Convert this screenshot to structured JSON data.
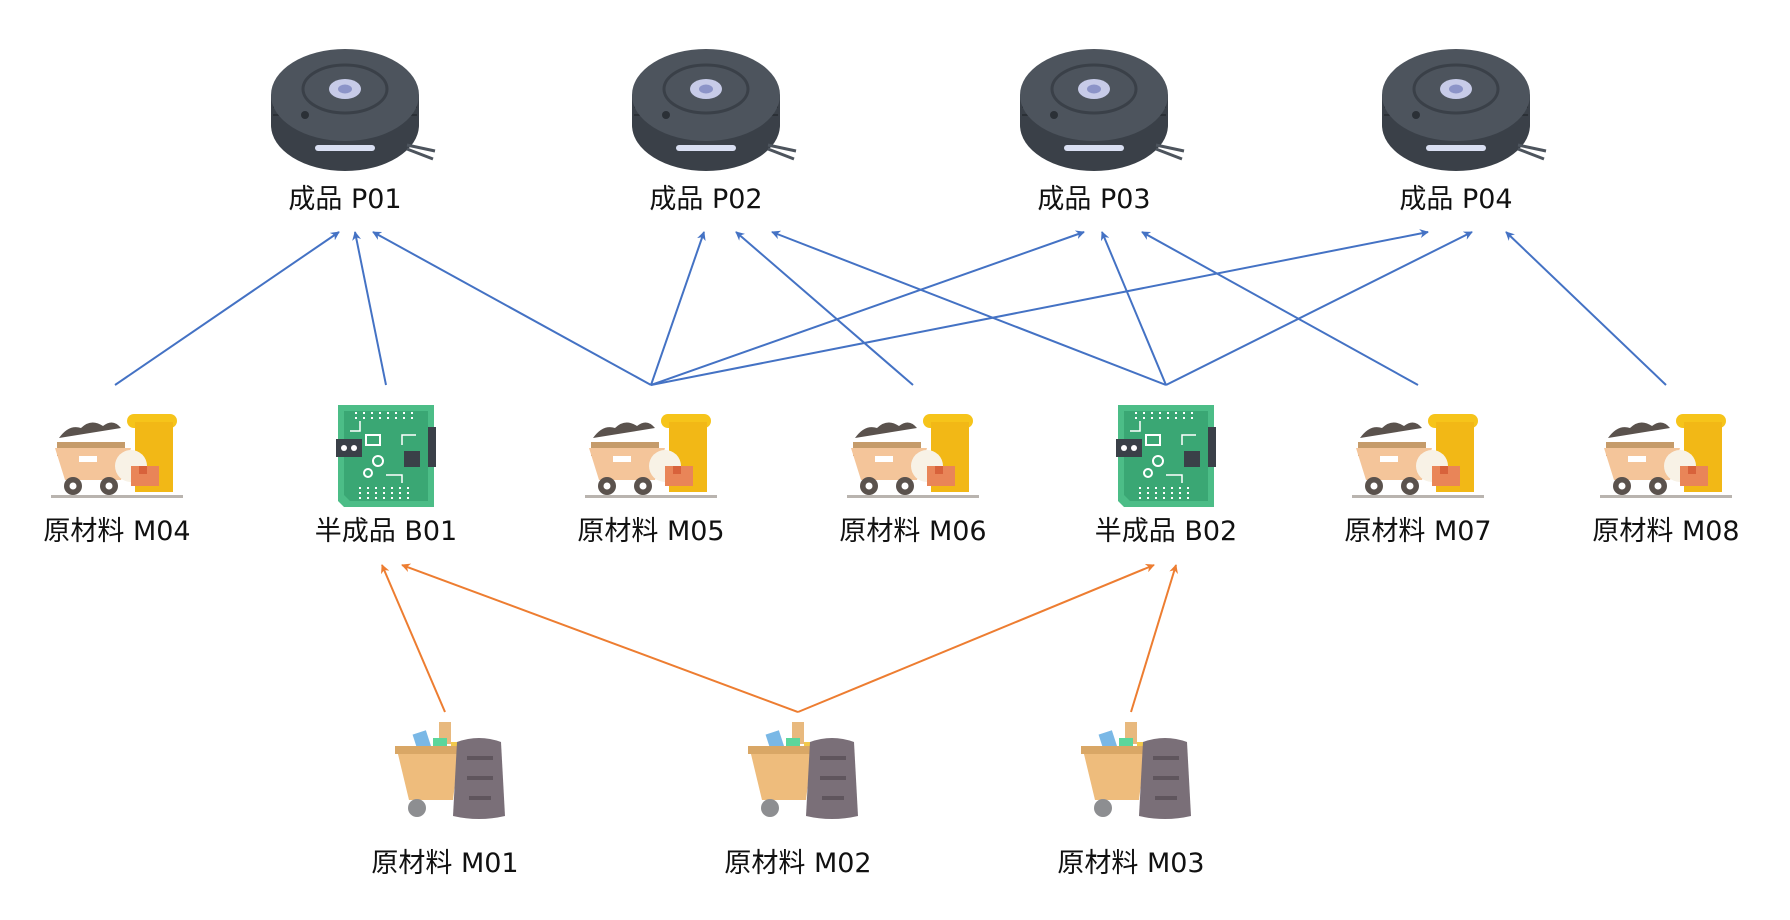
{
  "colors": {
    "product_edge": "#4472C4",
    "material_edge": "#ED7D31",
    "label": "#111111"
  },
  "products": [
    {
      "id": "P01",
      "label": "成品 P01",
      "icon": "robot-vacuum-icon"
    },
    {
      "id": "P02",
      "label": "成品 P02",
      "icon": "robot-vacuum-icon"
    },
    {
      "id": "P03",
      "label": "成品 P03",
      "icon": "robot-vacuum-icon"
    },
    {
      "id": "P04",
      "label": "成品 P04",
      "icon": "robot-vacuum-icon"
    }
  ],
  "middle": [
    {
      "id": "M04",
      "label": "原材料 M04",
      "icon": "mine-cart-icon"
    },
    {
      "id": "B01",
      "label": "半成品 B01",
      "icon": "circuit-board-icon"
    },
    {
      "id": "M05",
      "label": "原材料 M05",
      "icon": "mine-cart-icon"
    },
    {
      "id": "M06",
      "label": "原材料 M06",
      "icon": "mine-cart-icon"
    },
    {
      "id": "B02",
      "label": "半成品 B02",
      "icon": "circuit-board-icon"
    },
    {
      "id": "M07",
      "label": "原材料 M07",
      "icon": "mine-cart-icon"
    },
    {
      "id": "M08",
      "label": "原材料 M08",
      "icon": "mine-cart-icon"
    }
  ],
  "raw": [
    {
      "id": "M01",
      "label": "原材料 M01",
      "icon": "material-cart-icon"
    },
    {
      "id": "M02",
      "label": "原材料 M02",
      "icon": "material-cart-icon"
    },
    {
      "id": "M03",
      "label": "原材料 M03",
      "icon": "material-cart-icon"
    }
  ],
  "edges_to_products": [
    {
      "from": "M04",
      "to": "P01"
    },
    {
      "from": "B01",
      "to": "P01"
    },
    {
      "from": "M05",
      "to": "P01"
    },
    {
      "from": "M05",
      "to": "P02"
    },
    {
      "from": "M05",
      "to": "P03"
    },
    {
      "from": "M05",
      "to": "P04"
    },
    {
      "from": "M06",
      "to": "P02"
    },
    {
      "from": "B02",
      "to": "P02"
    },
    {
      "from": "B02",
      "to": "P03"
    },
    {
      "from": "B02",
      "to": "P04"
    },
    {
      "from": "M07",
      "to": "P03"
    },
    {
      "from": "M08",
      "to": "P04"
    }
  ],
  "edges_to_semi": [
    {
      "from": "M01",
      "to": "B01"
    },
    {
      "from": "M02",
      "to": "B01"
    },
    {
      "from": "M02",
      "to": "B02"
    },
    {
      "from": "M03",
      "to": "B02"
    }
  ]
}
